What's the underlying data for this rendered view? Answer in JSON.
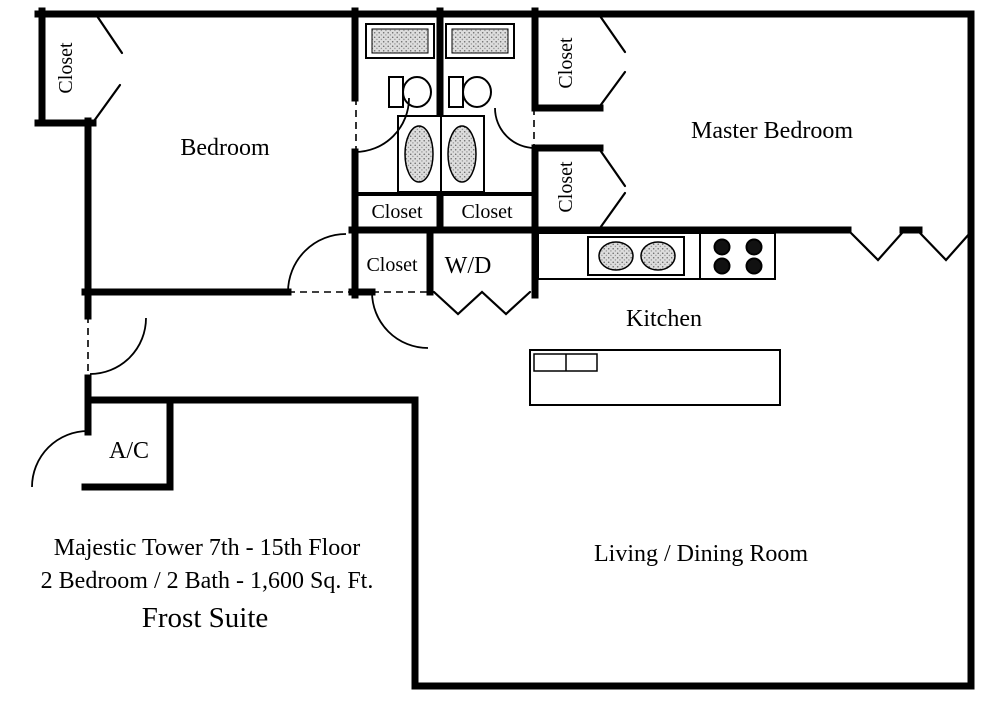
{
  "colors": {
    "wall": "#000000",
    "background": "#ffffff",
    "fixture_stipple": "#dddddd"
  },
  "labels": {
    "closet_top_left": "Closet",
    "bedroom": "Bedroom",
    "closet_bath_left": "Closet",
    "closet_bath_right": "Closet",
    "closet_master_top": "Closet",
    "closet_master_bottom": "Closet",
    "master_bedroom": "Master Bedroom",
    "closet_hall": "Closet",
    "washer_dryer": "W/D",
    "kitchen": "Kitchen",
    "living_dining": "Living / Dining Room",
    "ac": "A/C"
  },
  "caption": {
    "line1": "Majestic Tower 7th - 15th Floor",
    "line2": "2 Bedroom / 2 Bath - 1,600 Sq. Ft.",
    "line3": "Frost Suite"
  }
}
